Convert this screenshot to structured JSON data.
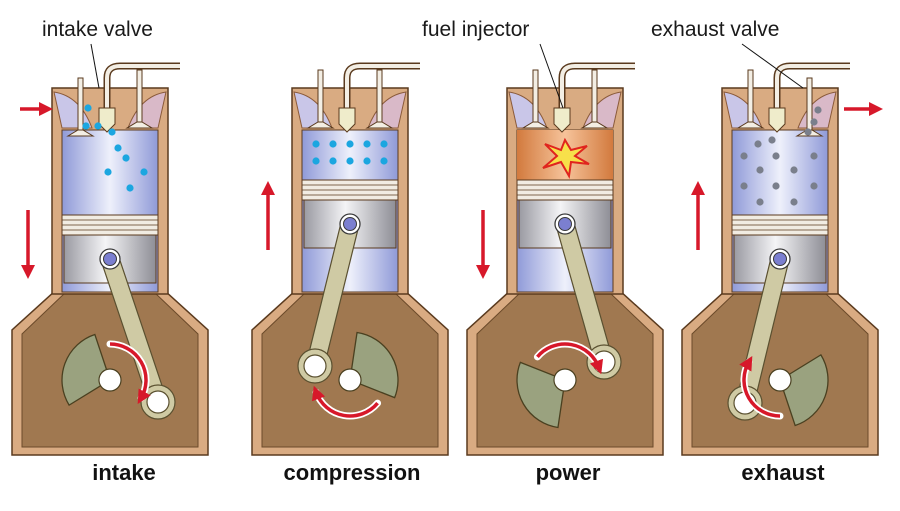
{
  "title": "Four-stroke engine cycle",
  "callouts": {
    "intake_valve": "intake valve",
    "fuel_injector": "fuel injector",
    "exhaust_valve": "exhaust valve"
  },
  "strokes": [
    {
      "id": "intake",
      "label": "intake",
      "piston_motion": "down",
      "charge": "blue-droplets",
      "flow_arrow": "in-left",
      "crank_rotation": "clockwise"
    },
    {
      "id": "compression",
      "label": "compression",
      "piston_motion": "up",
      "charge": "compressed-blue-droplets",
      "flow_arrow": "none",
      "crank_rotation": "clockwise"
    },
    {
      "id": "power",
      "label": "power",
      "piston_motion": "down",
      "charge": "combustion-explosion",
      "flow_arrow": "none",
      "crank_rotation": "clockwise"
    },
    {
      "id": "exhaust",
      "label": "exhaust",
      "piston_motion": "up",
      "charge": "grey-exhaust-particles",
      "flow_arrow": "out-right",
      "crank_rotation": "clockwise"
    }
  ],
  "colors": {
    "arrow": "#d7182a",
    "crankcase": "#a07850",
    "crankcase_rim": "#d9ab82",
    "cylinder_gas": "#a9b4e6",
    "fuel_droplet": "#1ba6e0",
    "exhaust_particle": "#7a7f8c",
    "combustion": "#e88a4a",
    "rod": "#cfcaa4",
    "crank_web": "#9aa27f"
  }
}
